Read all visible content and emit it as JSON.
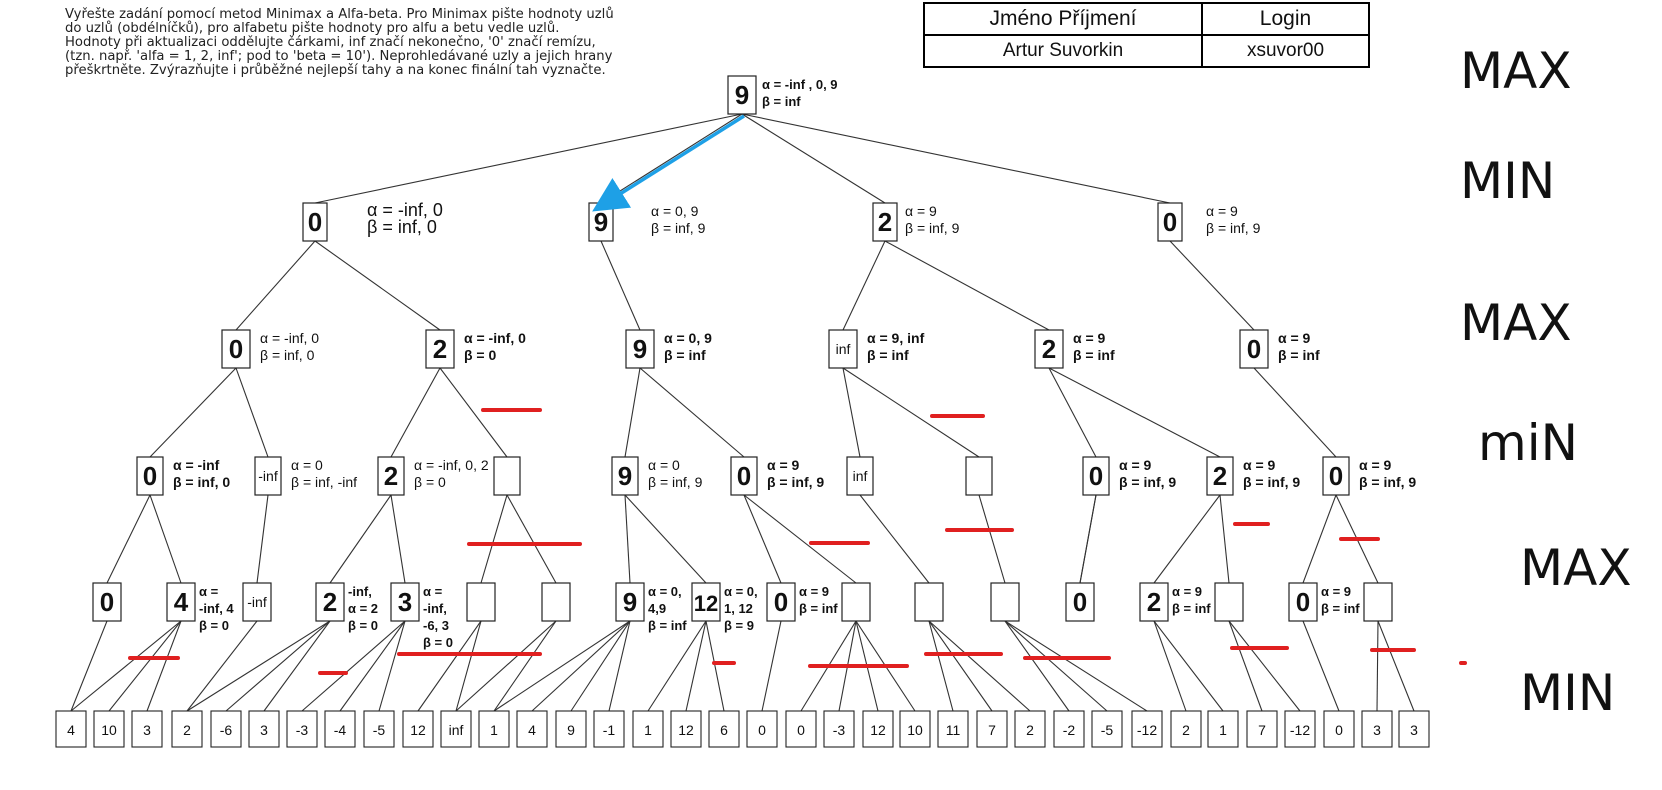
{
  "instructions": {
    "lines": [
      "Vyřešte zadání pomocí metod Minimax a Alfa-beta. Pro Minimax pište hodnoty uzlů",
      "do uzlů (obdélníčků), pro alfabetu pište hodnoty pro alfu a betu vedle uzlů.",
      "Hodnoty při aktualizaci oddělujte čárkami, inf značí nekonečno, '0' značí remízu,",
      "(tzn. např. 'alfa = 1, 2, inf'; pod to 'beta = 10'). Neprohledávané uzly a jejich hrany",
      "přeškrtněte. Zvýrazňujte i průběžné nejlepší tahy a na konec finální tah vyznačte."
    ]
  },
  "name_table": {
    "header_name": "Jméno Příjmení",
    "header_login": "Login",
    "name": "Artur Suvorkin",
    "login": "xsuvor00"
  },
  "level_labels": [
    "MAX",
    "MIN",
    "MAX",
    "miN",
    "MAX",
    "MIN"
  ],
  "colors": {
    "best_move_arrow": "#1ea0e6",
    "pruned_mark": "#e02020",
    "edge": "#333333"
  },
  "tree": {
    "leaves": [
      "4",
      "10",
      "3",
      "2",
      "-6",
      "3",
      "-3",
      "-4",
      "-5",
      "12",
      "inf",
      "1",
      "4",
      "9",
      "-1",
      "1",
      "12",
      "6",
      "0",
      "0",
      "-3",
      "12",
      "10",
      "11",
      "7",
      "2",
      "-2",
      "-5",
      "-12",
      "2",
      "1",
      "7",
      "-12",
      "0",
      "3",
      "3"
    ],
    "root": {
      "value": "9",
      "alpha": "α = -inf , 0, 9",
      "beta": "β = inf"
    },
    "level1": [
      {
        "value": "0",
        "alpha": "α = -inf, 0",
        "beta": "β = inf, 0"
      },
      {
        "value": "9",
        "alpha": "α = 0, 9",
        "beta": "β = inf, 9"
      },
      {
        "value": "2",
        "alpha": "α = 9",
        "beta": "β = inf, 9"
      },
      {
        "value": "0",
        "alpha": "α = 9",
        "beta": "β = inf, 9"
      }
    ],
    "level2": [
      {
        "value": "0",
        "alpha": "α = -inf, 0",
        "beta": "β = inf, 0"
      },
      {
        "value": "2",
        "alpha": "α = -inf, 0",
        "beta": "β = 0"
      },
      {
        "value": "9",
        "alpha": "α = 0, 9",
        "beta": "β = inf"
      },
      {
        "value": "inf",
        "alpha": "α = 9, inf",
        "beta": "β = inf"
      },
      {
        "value": "2",
        "alpha": "α = 9",
        "beta": "β = inf"
      },
      {
        "value": "0",
        "alpha": "α = 9",
        "beta": "β = inf"
      }
    ],
    "level3": [
      {
        "value": "0",
        "alpha": "α = -inf",
        "beta": "β = inf, 0"
      },
      {
        "value": "-inf",
        "alpha": "α = 0",
        "beta": "β = inf, -inf"
      },
      {
        "value": "2",
        "alpha": "α = -inf, 0, 2",
        "beta": "β = 0"
      },
      {
        "value": "",
        "alpha": "",
        "beta": ""
      },
      {
        "value": "9",
        "alpha": "α = 0",
        "beta": "β = inf, 9"
      },
      {
        "value": "0",
        "alpha": "α = 9",
        "beta": "β = inf, 9"
      },
      {
        "value": "inf",
        "alpha": "",
        "beta": ""
      },
      {
        "value": "",
        "alpha": "",
        "beta": ""
      },
      {
        "value": "0",
        "alpha": "α = 9",
        "beta": "β = inf, 9"
      },
      {
        "value": "2",
        "alpha": "α = 9",
        "beta": "β = inf, 9"
      },
      {
        "value": "0",
        "alpha": "α = 9",
        "beta": "β = inf, 9"
      }
    ],
    "level4": [
      {
        "value": "0",
        "alpha": "",
        "beta": ""
      },
      {
        "value": "4",
        "alpha": "α =",
        "alpha2": "-inf, 4",
        "beta": "β = 0"
      },
      {
        "value": "-inf",
        "alpha": "",
        "beta": ""
      },
      {
        "value": "2",
        "alpha": "-inf,",
        "alpha2": "α = 2",
        "beta": "β = 0"
      },
      {
        "value": "3",
        "alpha": "α =",
        "alpha2": "-inf,",
        "alpha3": "-6, 3",
        "beta": "β = 0"
      },
      {
        "value": "",
        "alpha": "",
        "beta": ""
      },
      {
        "value": "",
        "alpha": "",
        "beta": ""
      },
      {
        "value": "9",
        "alpha": "α = 0,",
        "alpha2": "4,9",
        "beta": "β = inf"
      },
      {
        "value": "12",
        "alpha": "α = 0,",
        "alpha2": "1, 12",
        "beta": "β = 9"
      },
      {
        "value": "0",
        "alpha": "α = 9",
        "beta": "β = inf"
      },
      {
        "value": "",
        "alpha": "",
        "beta": ""
      },
      {
        "value": "",
        "alpha": "",
        "beta": ""
      },
      {
        "value": "",
        "alpha": "",
        "beta": ""
      },
      {
        "value": "0",
        "alpha": "",
        "beta": ""
      },
      {
        "value": "2",
        "alpha": "α = 9",
        "beta": "β = inf"
      },
      {
        "value": "",
        "alpha": "",
        "beta": ""
      },
      {
        "value": "0",
        "alpha": "α = 9",
        "beta": "β = inf"
      },
      {
        "value": "",
        "alpha": "",
        "beta": ""
      }
    ]
  }
}
